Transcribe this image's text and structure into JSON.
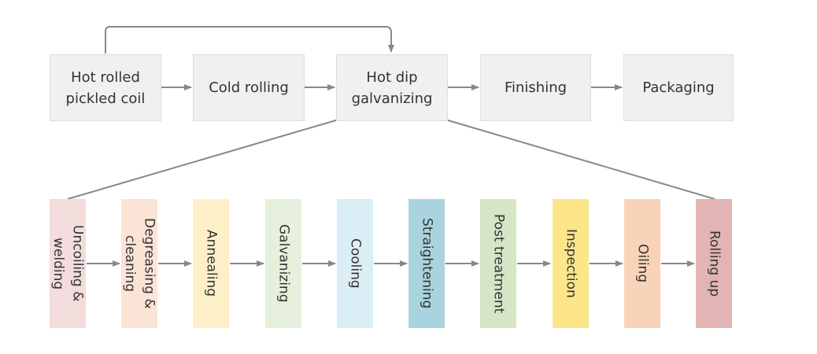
{
  "main_steps": [
    {
      "label": "Hot rolled\npickled coil"
    },
    {
      "label": "Cold rolling"
    },
    {
      "label": "Hot dip\ngalvanizing"
    },
    {
      "label": "Finishing"
    },
    {
      "label": "Packaging"
    }
  ],
  "sub_steps": [
    {
      "label": "Uncoiling &\nwelding",
      "color": "#f2dcdc"
    },
    {
      "label": "Degreasing &\ncleaning",
      "color": "#fbe4d6"
    },
    {
      "label": "Annealing",
      "color": "#fdf0c8"
    },
    {
      "label": "Galvanizing",
      "color": "#e6f0dc"
    },
    {
      "label": "Cooling",
      "color": "#dbedf5"
    },
    {
      "label": "Straightening",
      "color": "#a9d3df"
    },
    {
      "label": "Post treatment",
      "color": "#d6e5c6"
    },
    {
      "label": "Inspection",
      "color": "#fde68a"
    },
    {
      "label": "Oiling",
      "color": "#f9d3b8"
    },
    {
      "label": "Rolling up",
      "color": "#e3b4b4"
    }
  ],
  "colors": {
    "connector": "#888888",
    "box_fill": "#f0f0f0",
    "box_border": "#dddddd",
    "text": "#333333"
  }
}
